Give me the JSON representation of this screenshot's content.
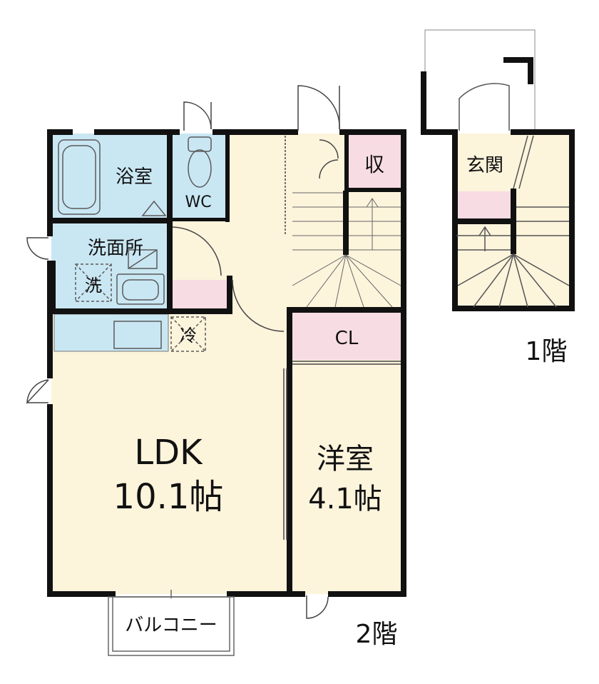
{
  "colors": {
    "room_beige": "#fdf4dc",
    "wet_blue": "#c9e7f3",
    "storage_pink": "#f8dce4",
    "wall": "#111111",
    "fixture_line": "#5a5a5a"
  },
  "floor2": {
    "rooms": {
      "bathroom": "浴室",
      "wc": "WC",
      "washroom": "洗面所",
      "washer": "洗",
      "fridge": "冷",
      "storage": "収",
      "closet": "CL",
      "ldk_name": "LDK",
      "ldk_size": "10.1帖",
      "western_name": "洋室",
      "western_size": "4.1帖",
      "balcony": "バルコニー"
    },
    "floor_label": "2階"
  },
  "floor1": {
    "rooms": {
      "entrance": "玄関"
    },
    "floor_label": "1階"
  },
  "icons": [
    "bathtub-icon",
    "toilet-icon",
    "washbasin-icon",
    "kitchen-sink-icon",
    "stairs-icon",
    "door-swing-icon"
  ]
}
